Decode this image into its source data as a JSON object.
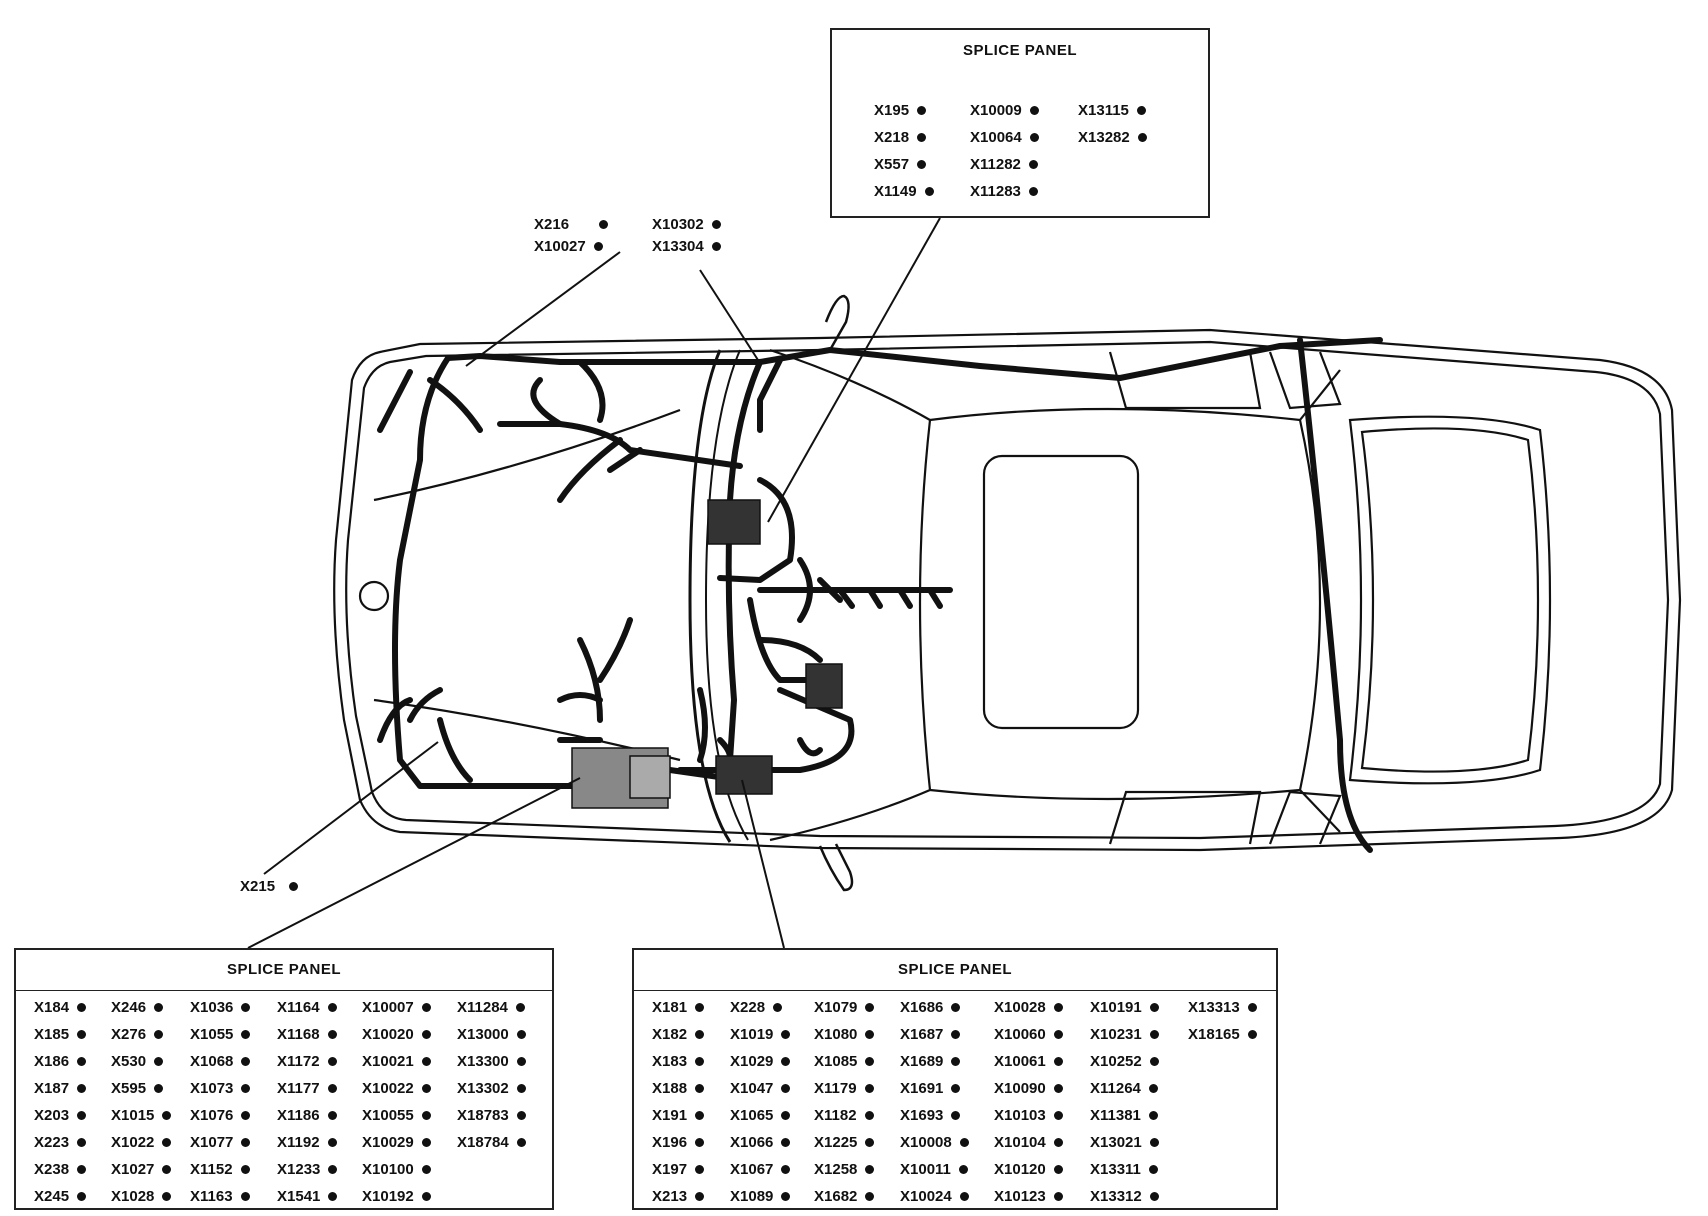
{
  "panels": {
    "top": {
      "title": "SPLICE PANEL",
      "columns": [
        [
          "X195",
          "X218",
          "X557",
          "X1149"
        ],
        [
          "X10009",
          "X10064",
          "X11282",
          "X11283"
        ],
        [
          "X13115",
          "X13282"
        ]
      ]
    },
    "left": {
      "title": "SPLICE PANEL",
      "columns": [
        [
          "X184",
          "X185",
          "X186",
          "X187",
          "X203",
          "X223",
          "X238",
          "X245"
        ],
        [
          "X246",
          "X276",
          "X530",
          "X595",
          "X1015",
          "X1022",
          "X1027",
          "X1028"
        ],
        [
          "X1036",
          "X1055",
          "X1068",
          "X1073",
          "X1076",
          "X1077",
          "X1152",
          "X1163"
        ],
        [
          "X1164",
          "X1168",
          "X1172",
          "X1177",
          "X1186",
          "X1192",
          "X1233",
          "X1541"
        ],
        [
          "X10007",
          "X10020",
          "X10021",
          "X10022",
          "X10055",
          "X10029",
          "X10100",
          "X10192"
        ],
        [
          "X11284",
          "X13000",
          "X13300",
          "X13302",
          "X18783",
          "X18784"
        ]
      ]
    },
    "right": {
      "title": "SPLICE PANEL",
      "columns": [
        [
          "X181",
          "X182",
          "X183",
          "X188",
          "X191",
          "X196",
          "X197",
          "X213"
        ],
        [
          "X228",
          "X1019",
          "X1029",
          "X1047",
          "X1065",
          "X1066",
          "X1067",
          "X1089"
        ],
        [
          "X1079",
          "X1080",
          "X1085",
          "X1179",
          "X1182",
          "X1225",
          "X1258",
          "X1682"
        ],
        [
          "X1686",
          "X1687",
          "X1689",
          "X1691",
          "X1693",
          "X10008",
          "X10011",
          "X10024"
        ],
        [
          "X10028",
          "X10060",
          "X10061",
          "X10090",
          "X10103",
          "X10104",
          "X10120",
          "X10123"
        ],
        [
          "X10191",
          "X10231",
          "X10252",
          "X11264",
          "X11381",
          "X13021",
          "X13311",
          "X13312"
        ],
        [
          "X13313",
          "X18165"
        ]
      ]
    }
  },
  "labels": {
    "x216": "X216",
    "x10027": "X10027",
    "x10302": "X10302",
    "x13304": "X13304",
    "x215": "X215"
  },
  "colors": {
    "ink": "#111111",
    "connector_fill": "#888888"
  }
}
